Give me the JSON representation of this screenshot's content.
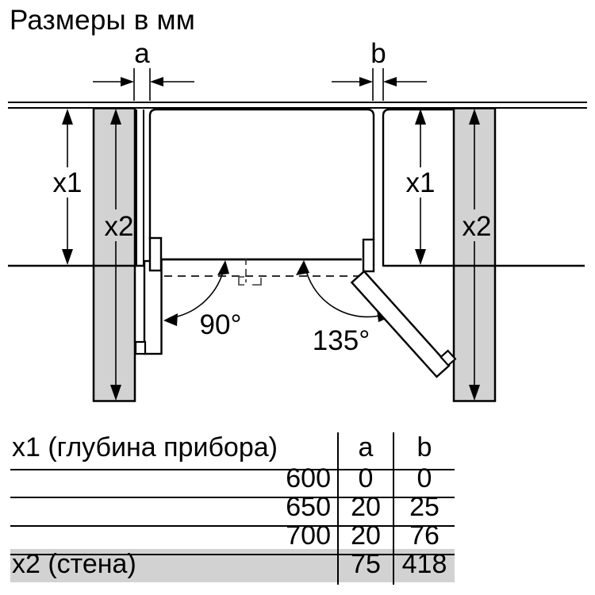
{
  "title": "Размеры в мм",
  "diagram": {
    "dim_a": "a",
    "dim_b": "b",
    "x1_left": "x1",
    "x1_right": "x1",
    "x2_left": "x2",
    "x2_right": "x2",
    "angle_left": "90°",
    "angle_right": "135°",
    "wall_color": "#d2d2d2",
    "line_color": "#000000"
  },
  "table": {
    "header": {
      "col1": "x1 (глубина прибора)",
      "col_a": "a",
      "col_b": "b"
    },
    "rows": [
      {
        "x1": "600",
        "a": "0",
        "b": "0"
      },
      {
        "x1": "650",
        "a": "20",
        "b": "25"
      },
      {
        "x1": "700",
        "a": "20",
        "b": "76"
      }
    ],
    "footer": {
      "label": "x2 (стена)",
      "a": "75",
      "b": "418",
      "bg": "#d2d2d2"
    }
  }
}
